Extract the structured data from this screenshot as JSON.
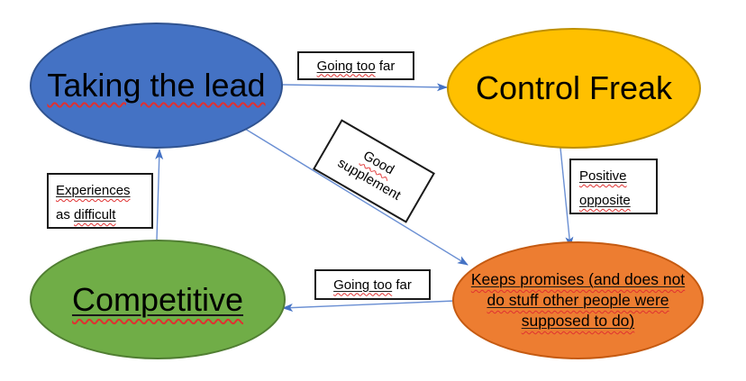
{
  "canvas": {
    "background": "#ffffff"
  },
  "nodes": {
    "taking_the_lead": {
      "label": "Taking the lead",
      "fill": "#4472C4",
      "border": "#2F528F"
    },
    "control_freak": {
      "label": "Control Freak",
      "fill": "#FFC000",
      "border": "#BF9000"
    },
    "competitive": {
      "label": "Competitive",
      "fill": "#70AD47",
      "border": "#507E32"
    },
    "keeps_promises": {
      "line1": "Keeps promises (and does not",
      "line2": "do stuff other people were",
      "line3": "supposed to do)",
      "fill": "#ED7D31",
      "border": "#C55A11"
    }
  },
  "edge_labels": {
    "going_too_far_top": {
      "marked": "Going too",
      "plain": " far"
    },
    "good_supplement": {
      "line1": "Good",
      "line2": "supplement"
    },
    "experiences_as_difficult": {
      "line1": "Experiences",
      "line2_plain": "as ",
      "line2_marked": "difficult"
    },
    "positive_opposite": {
      "line1": "Positive",
      "line2": "opposite"
    },
    "going_too_far_bottom": {
      "marked": "Going too",
      "plain": " far"
    }
  },
  "edges": [
    {
      "from": "taking_the_lead",
      "to": "control_freak",
      "label": "Going too far"
    },
    {
      "from": "taking_the_lead",
      "to": "keeps_promises",
      "label": "Good supplement"
    },
    {
      "from": "control_freak",
      "to": "keeps_promises",
      "label": "Positive opposite"
    },
    {
      "from": "keeps_promises",
      "to": "competitive",
      "label": "Going too far"
    },
    {
      "from": "competitive",
      "to": "taking_the_lead",
      "label": "Experiences as difficult"
    }
  ],
  "connectors": {
    "line_color": "#6A8FD3",
    "arrow_color": "#4472C4"
  },
  "spellcheck_color": "#E03131"
}
